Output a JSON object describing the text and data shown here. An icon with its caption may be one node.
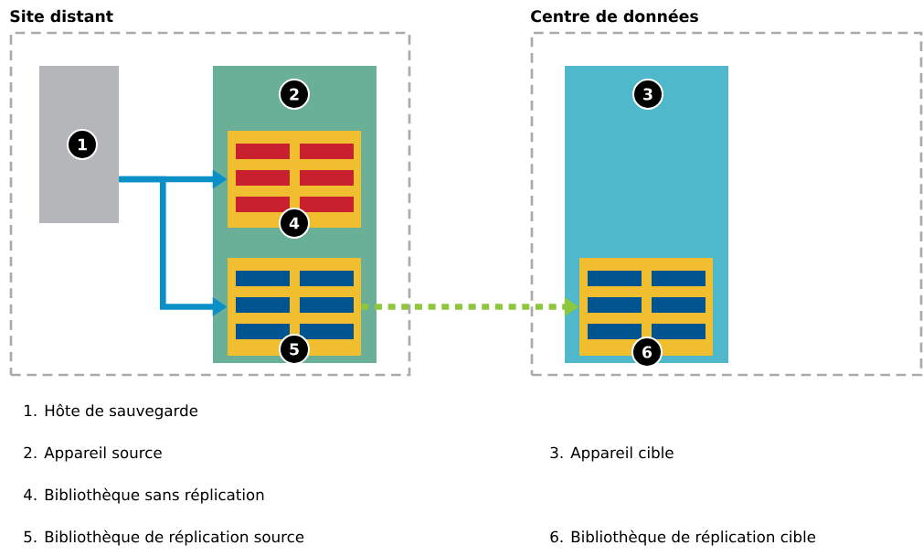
{
  "diagram": {
    "nodes": [
      {
        "text": [
          "Site distant"
        ]
      },
      {
        "text": [
          "Centre de données"
        ]
      },
      {
        "text": [
          "1"
        ],
        "in": 0
      },
      {
        "text": [
          "2"
        ],
        "in": 0
      },
      {
        "text": [
          "4"
        ],
        "in": 3
      },
      {
        "text": [
          "5"
        ],
        "in": 3
      },
      {
        "text": [
          "3"
        ],
        "in": 1
      },
      {
        "text": [
          "6"
        ],
        "in": 6
      }
    ],
    "edges": [
      {
        "from": 2,
        "to": 4,
        "arrow": "to"
      },
      {
        "from": 2,
        "to": 5,
        "arrow": "to"
      },
      {
        "from": 5,
        "to": 7,
        "arrow": "to",
        "style": "dashed",
        "color": "#8dc63f"
      }
    ],
    "labels": [
      "1. Hôte de sauvegarde",
      "2. Appareil source",
      "3. Appareil cible",
      "4. Bibliothèque sans réplication",
      "5. Bibliothèque de réplication source",
      "6. Bibliothèque de réplication cible"
    ]
  }
}
